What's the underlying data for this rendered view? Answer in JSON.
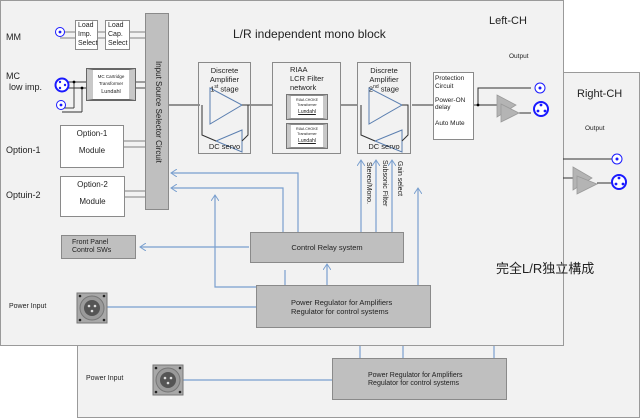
{
  "diagram": {
    "title": "L/R independent mono block",
    "left_channel_label": "Left-CH",
    "right_channel_label": "Right-CH",
    "caption_jp": "完全L/R独立構成",
    "inputs": {
      "mm": "MM",
      "mc": [
        "MC",
        "low imp."
      ],
      "option1": "Option-1",
      "option2": "Optuin-2",
      "power_input": "Power Input"
    },
    "blocks": {
      "load_imp": [
        "Load",
        "Imp.",
        "Select"
      ],
      "load_cap": [
        "Load",
        "Cap.",
        "Select"
      ],
      "mc_transformer": [
        "MC Cartridge",
        "Transformer",
        "Lundahl"
      ],
      "input_selector": "Input Source Selector Circuit",
      "option1_module": [
        "Option-1",
        "Module"
      ],
      "option2_module": [
        "Option-2",
        "Module"
      ],
      "front_panel": [
        "Front Panel",
        "Control SWs"
      ],
      "amp1": [
        "Discrete",
        "Amplifier",
        "1",
        "st",
        " stage"
      ],
      "amp1_servo": "DC servo",
      "riaa": [
        "RIAA",
        "LCR Filter",
        "network"
      ],
      "riaa_choke": [
        "RIAA CHOKE",
        "Transformer",
        "Lundahl"
      ],
      "amp2": [
        "Discrete",
        "Amplifier",
        "2",
        "nd",
        " stage"
      ],
      "amp2_servo": "DC servo",
      "protection": [
        "Protection",
        "Circuit",
        "Power-ON",
        "delay",
        "Auto Mute"
      ],
      "output_label": "Output",
      "relay": "Control Relay system",
      "power_regulator": [
        "Power Regulator  for Amplifiers",
        "Regulator  for control systems"
      ]
    },
    "control_signals": [
      "Stereo/Mono.",
      "Subsonic Filter",
      "Gain select"
    ]
  },
  "colors": {
    "panel_bg": "#f2f2f2",
    "gray_block": "#bfbfbf",
    "control_line": "#7aa0cf",
    "amp_outline": "#5b7fb0",
    "connector_blue": "#1a1aff",
    "output_amp_fill": "#b4b4b4"
  }
}
